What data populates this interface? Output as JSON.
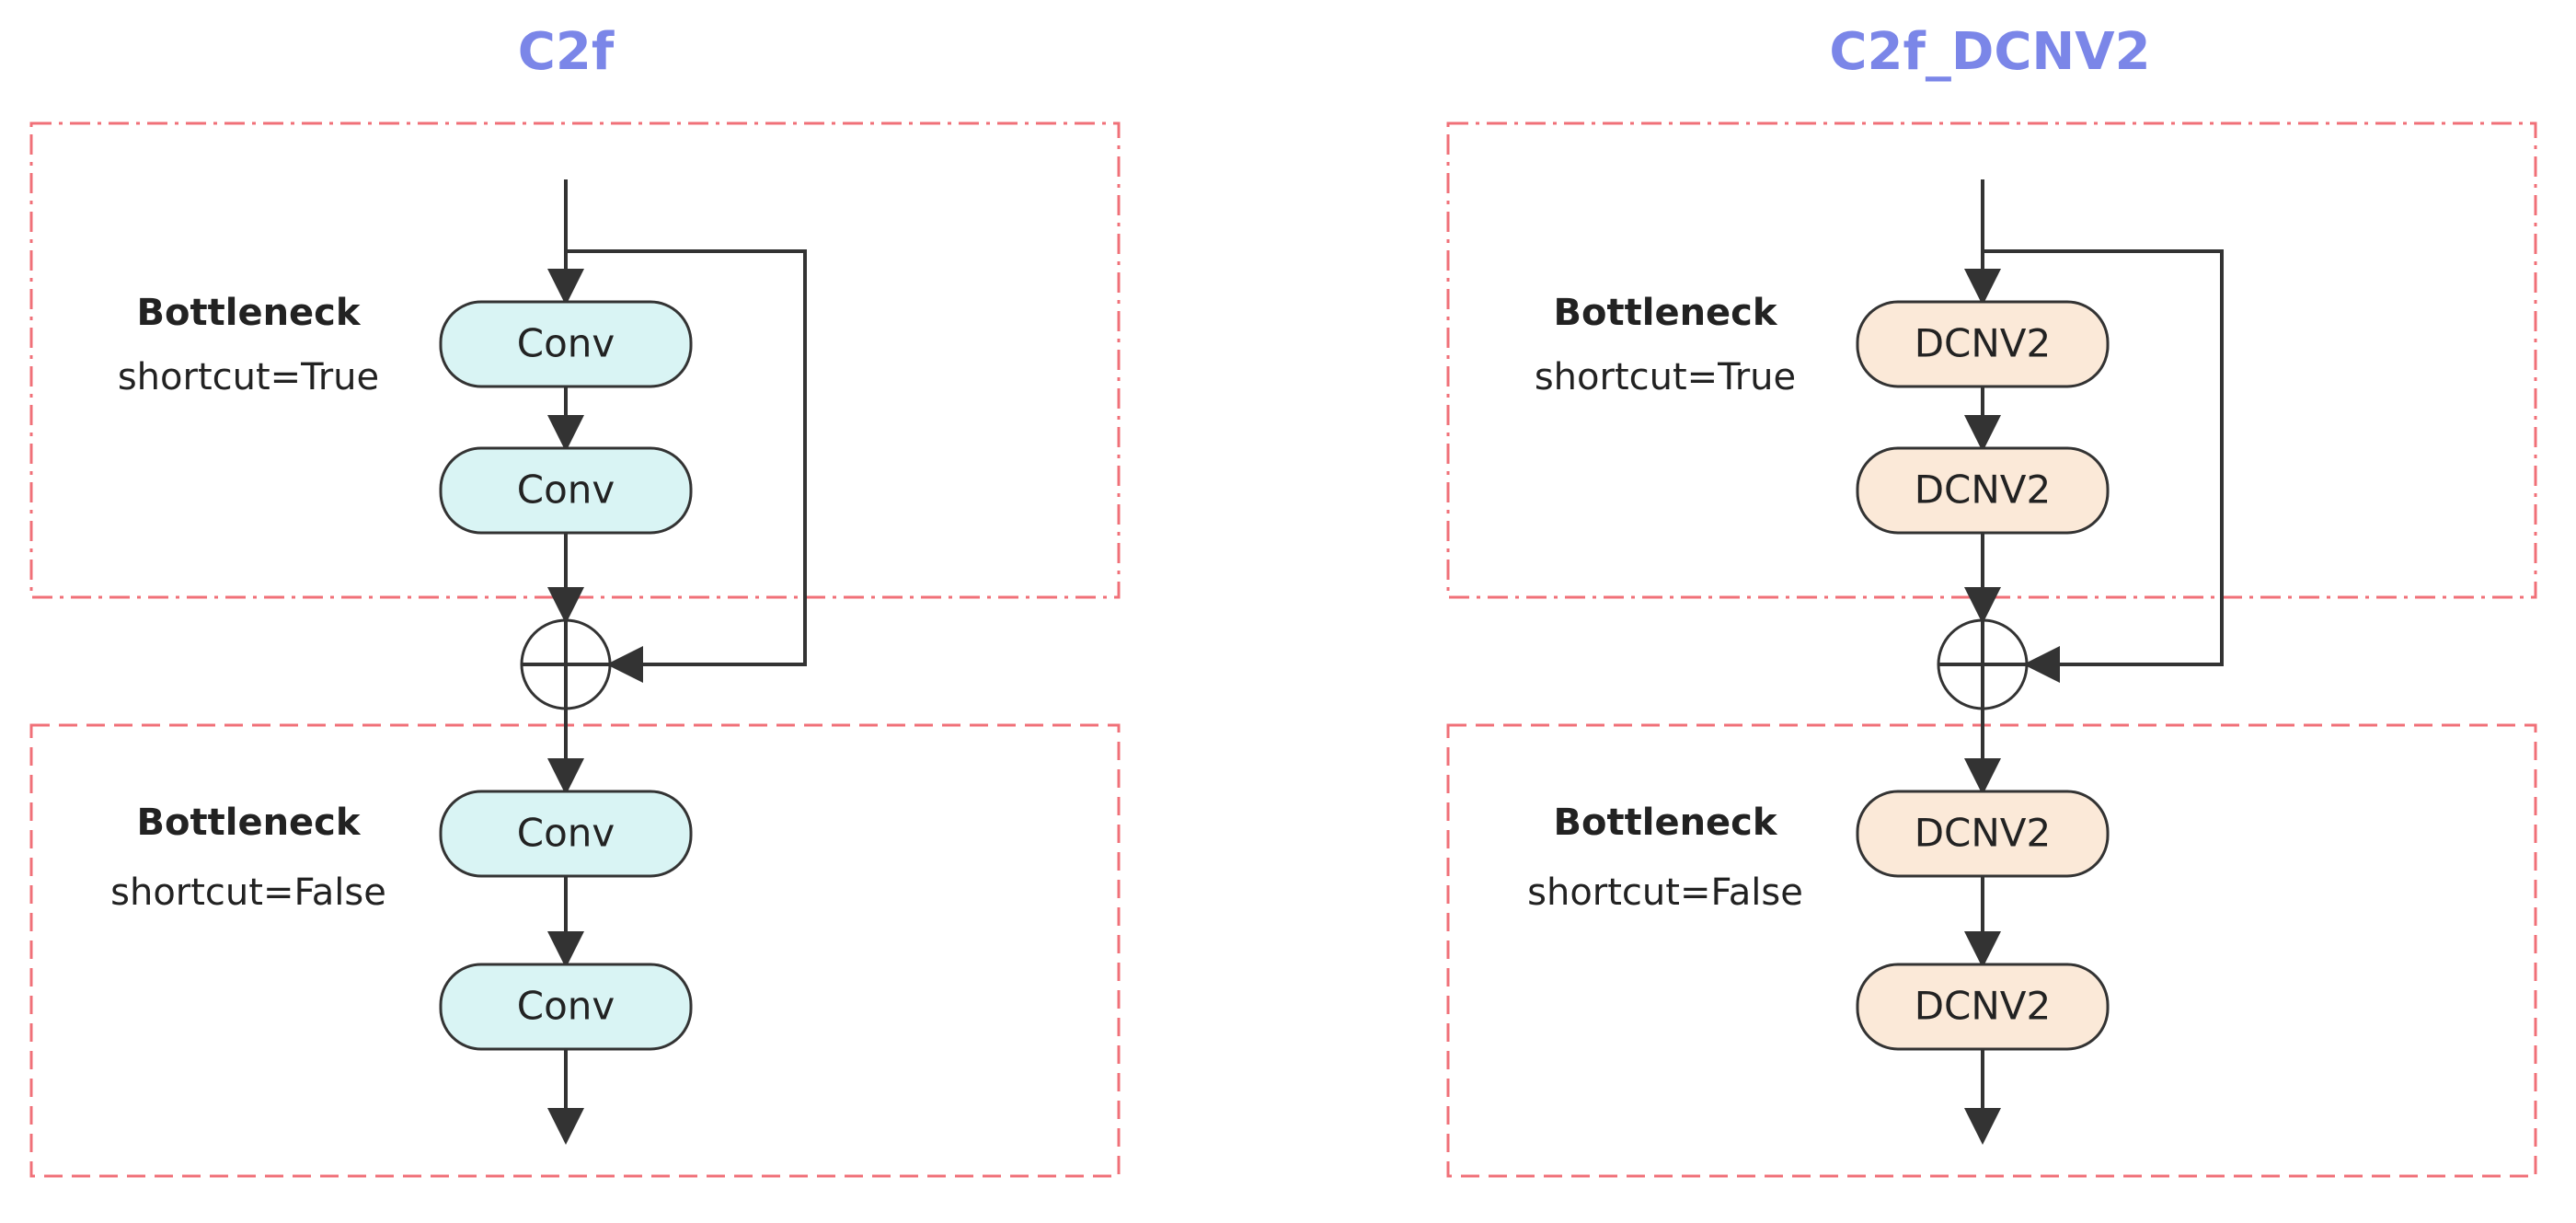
{
  "colors": {
    "title": "#7b86e8",
    "box_border": "#f07078",
    "node_border": "#333333",
    "edge": "#333333",
    "conv_fill": "#d9f4f4",
    "dcnv2_fill": "#fbe9d8"
  },
  "panels": [
    {
      "title": "C2f",
      "block_top": {
        "title": "Bottleneck",
        "subtitle": "shortcut=True",
        "border_style": "dash-dot"
      },
      "block_bottom": {
        "title": "Bottleneck",
        "subtitle": "shortcut=False",
        "border_style": "dashed"
      },
      "nodes": [
        "Conv",
        "Conv",
        "Conv",
        "Conv"
      ],
      "node_fill": "conv_fill"
    },
    {
      "title": "C2f_DCNV2",
      "block_top": {
        "title": "Bottleneck",
        "subtitle": "shortcut=True",
        "border_style": "dash-dot"
      },
      "block_bottom": {
        "title": "Bottleneck",
        "subtitle": "shortcut=False",
        "border_style": "dashed"
      },
      "nodes": [
        "DCNV2",
        "DCNV2",
        "DCNV2",
        "DCNV2"
      ],
      "node_fill": "dcnv2_fill"
    }
  ],
  "adder_symbol": "add-circle-icon"
}
